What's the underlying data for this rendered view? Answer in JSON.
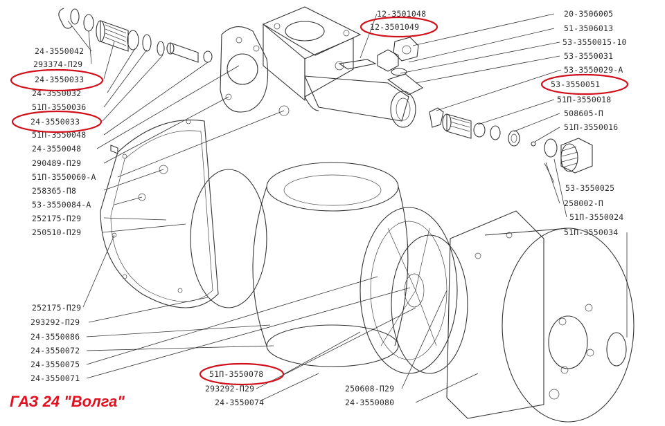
{
  "title": "ГАЗ 24 \"Волга\"",
  "highlight_color": "#d0101a",
  "labels": {
    "l_24_3550042": "24-3550042",
    "l_293374_p29": "293374-П29",
    "l_24_3550033_a": "24-3550033",
    "l_24_3550032": "24-3550032",
    "l_51p_3550036": "51П-3550036",
    "l_24_3550033_b": "24-3550033",
    "l_51p_3550048": "51П-3550048",
    "l_24_3550048": "24-3550048",
    "l_290489_p29": "290489-П29",
    "l_51p_3550060_a": "51П-3550060-А",
    "l_258365_p8": "258365-П8",
    "l_53_3550084_a": "53-3550084-А",
    "l_252175_p29_a": "252175-П29",
    "l_250510_p29": "250510-П29",
    "l_252175_p29_b": "252175-П29",
    "l_293292_p29_a": "293292-П29",
    "l_24_3550086": "24-3550086",
    "l_24_3550072": "24-3550072",
    "l_24_3550075": "24-3550075",
    "l_24_3550071": "24-3550071",
    "l_12_3501048": "12-3501048",
    "l_12_3501049": "12-3501049",
    "l_20_3506005": "20-3506005",
    "l_51_3506013": "51-3506013",
    "l_53_3550015_10": "53-3550015-10",
    "l_53_3550031": "53-3550031",
    "l_53_3550029_a": "53-3550029-А",
    "l_53_3550051": "53-3550051",
    "l_51p_3550018": "51П-3550018",
    "l_508605_p": "508605-П",
    "l_51p_3550016": "51П-3550016",
    "l_53_3550025": "53-3550025",
    "l_258002_p": "258002-П",
    "l_51p_3550024": "51П-3550024",
    "l_51p_3550034": "51П-3550034",
    "l_51p_3550078": "51П-3550078",
    "l_293292_p29_b": "293292-П29",
    "l_24_3550074": "24-3550074",
    "l_250608_p29": "250608-П29",
    "l_24_3550080": "24-3550080"
  }
}
